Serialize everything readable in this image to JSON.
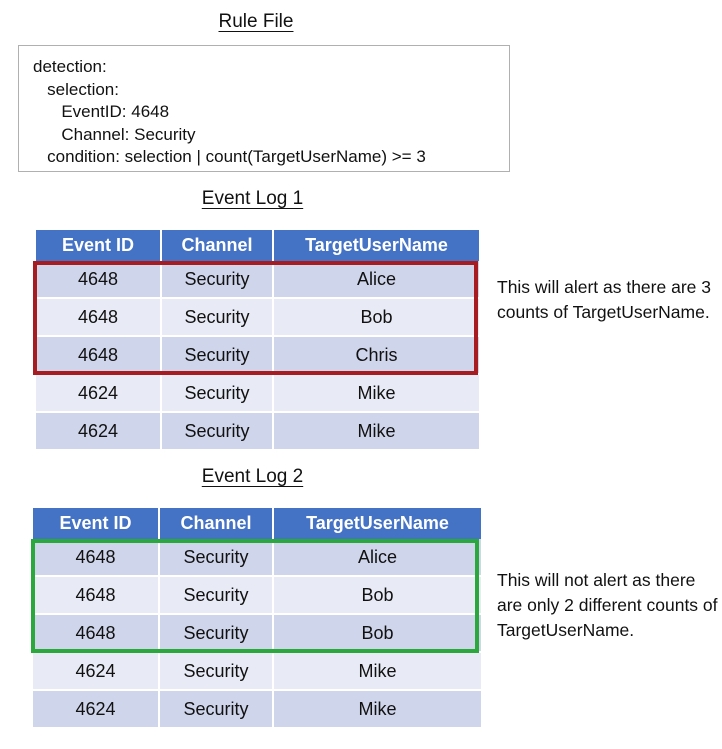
{
  "rule_file": {
    "title": "Rule File",
    "lines": [
      "detection:",
      "   selection:",
      "      EventID: 4648",
      "      Channel: Security",
      "   condition: selection | count(TargetUserName) >= 3"
    ]
  },
  "event_log_1": {
    "title": "Event Log 1",
    "columns": [
      "Event ID",
      "Channel",
      "TargetUserName"
    ],
    "rows": [
      [
        "4648",
        "Security",
        "Alice"
      ],
      [
        "4648",
        "Security",
        "Bob"
      ],
      [
        "4648",
        "Security",
        "Chris"
      ],
      [
        "4624",
        "Security",
        "Mike"
      ],
      [
        "4624",
        "Security",
        "Mike"
      ]
    ],
    "highlight": {
      "color": "#A71C20",
      "rows": [
        0,
        1,
        2
      ]
    },
    "annotation": "This will alert as there are 3 counts of TargetUserName."
  },
  "event_log_2": {
    "title": "Event Log 2",
    "columns": [
      "Event ID",
      "Channel",
      "TargetUserName"
    ],
    "rows": [
      [
        "4648",
        "Security",
        "Alice"
      ],
      [
        "4648",
        "Security",
        "Bob"
      ],
      [
        "4648",
        "Security",
        "Bob"
      ],
      [
        "4624",
        "Security",
        "Mike"
      ],
      [
        "4624",
        "Security",
        "Mike"
      ]
    ],
    "highlight": {
      "color": "#2BA83C",
      "rows": [
        0,
        1,
        2
      ]
    },
    "annotation": "This will not alert as there are only 2 different counts of TargetUserName."
  },
  "colors": {
    "header_blue": "#4472C4",
    "row_dark": "#CFD5EA",
    "row_light": "#E8EBF5",
    "alert_red": "#A71C20",
    "no_alert_green": "#2BA83C",
    "box_border": "#B0B0B0"
  }
}
